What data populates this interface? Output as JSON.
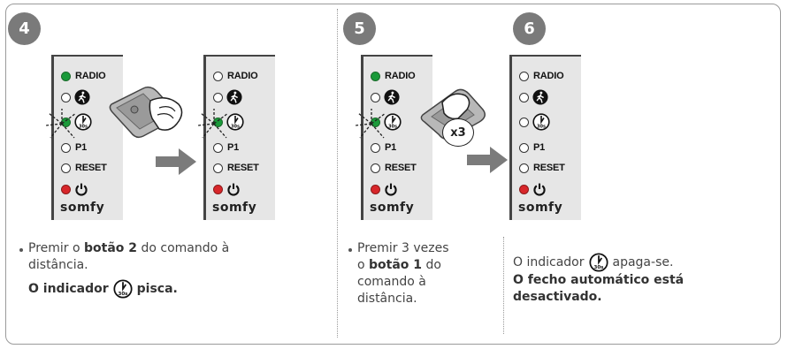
{
  "steps": {
    "s4": "4",
    "s5": "5",
    "s6": "6"
  },
  "panel": {
    "radio": "RADIO",
    "p1": "P1",
    "reset": "RESET",
    "brand": "somfy"
  },
  "remote_badge": "x3",
  "text4": {
    "line1": "Premir o ",
    "bold1": "botão 2",
    "line1b": " do comando à",
    "line2": "distância.",
    "bold2a": "O indicador",
    "bold2b": "pisca."
  },
  "text5": {
    "line1": "Premir 3 vezes",
    "line2a": "o ",
    "bold": "botão 1",
    "line2b": " do",
    "line3": "comando à",
    "line4": "distância."
  },
  "text6": {
    "line1a": "O indicador",
    "line1b": "apaga-se.",
    "bold1": "O fecho automático está",
    "bold2": "desactivado."
  },
  "timer_label": "30s",
  "colors": {
    "green": "#1a9a3a",
    "red": "#d8262a",
    "badge": "#7a7a7a",
    "arrow": "#7b7b7b"
  }
}
